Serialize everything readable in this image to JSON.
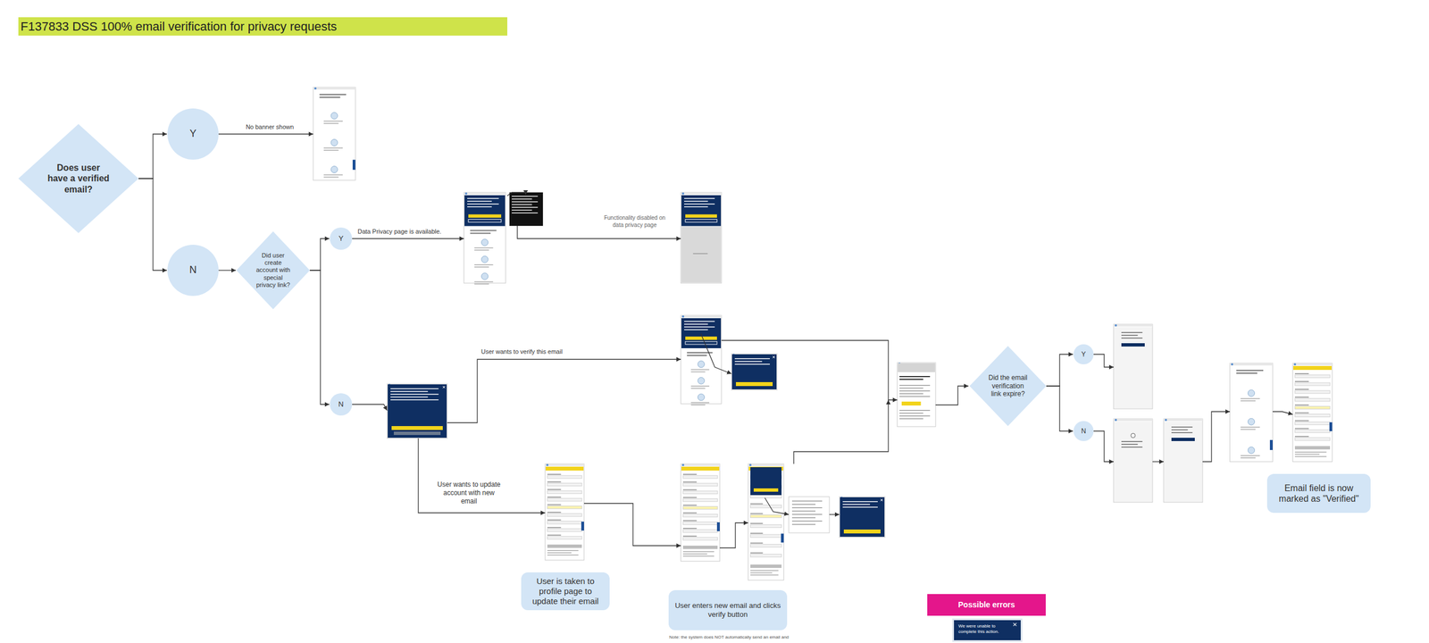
{
  "diagram": {
    "title": "F137833 DSS 100% email verification for privacy requests",
    "nodes": [
      {
        "text": [
          "Does user have a verified email?"
        ]
      },
      {
        "text": [
          "Y"
        ]
      },
      {
        "text": [
          "N"
        ]
      },
      {
        "text": [
          "Did user create account with special privacy link?"
        ]
      },
      {
        "text": [
          "Y"
        ]
      },
      {
        "text": [
          "N"
        ]
      },
      {
        "text": [
          "User is taken to profile page to update their email"
        ]
      },
      {
        "text": [
          "User enters new email and clicks verify button"
        ]
      },
      {
        "text": [
          "Did the email verification link expire?"
        ]
      },
      {
        "text": [
          "Y"
        ]
      },
      {
        "text": [
          "N"
        ]
      },
      {
        "text": [
          "Email field is now marked as \"Verified\""
        ]
      },
      {
        "text": [
          "Possible errors"
        ]
      },
      {
        "text": [
          "We were unable to complete this action."
        ]
      }
    ],
    "edges": [
      {
        "from": 0,
        "to": 1,
        "arrow": "to"
      },
      {
        "from": 0,
        "to": 2,
        "arrow": "to"
      },
      {
        "from": 2,
        "to": 3,
        "arrow": "to"
      },
      {
        "from": 3,
        "to": 4,
        "arrow": "to"
      },
      {
        "from": 3,
        "to": 5,
        "arrow": "to"
      },
      {
        "from": 8,
        "to": 9,
        "arrow": "to"
      },
      {
        "from": 8,
        "to": 10,
        "arrow": "to"
      }
    ],
    "labels": [
      "No banner shown",
      "Data Privacy page is available.",
      "Functionality disabled on data privacy page",
      "User wants to verify this email",
      "User wants to update account with new email",
      "Note: the system does NOT automatically send an email and"
    ]
  }
}
